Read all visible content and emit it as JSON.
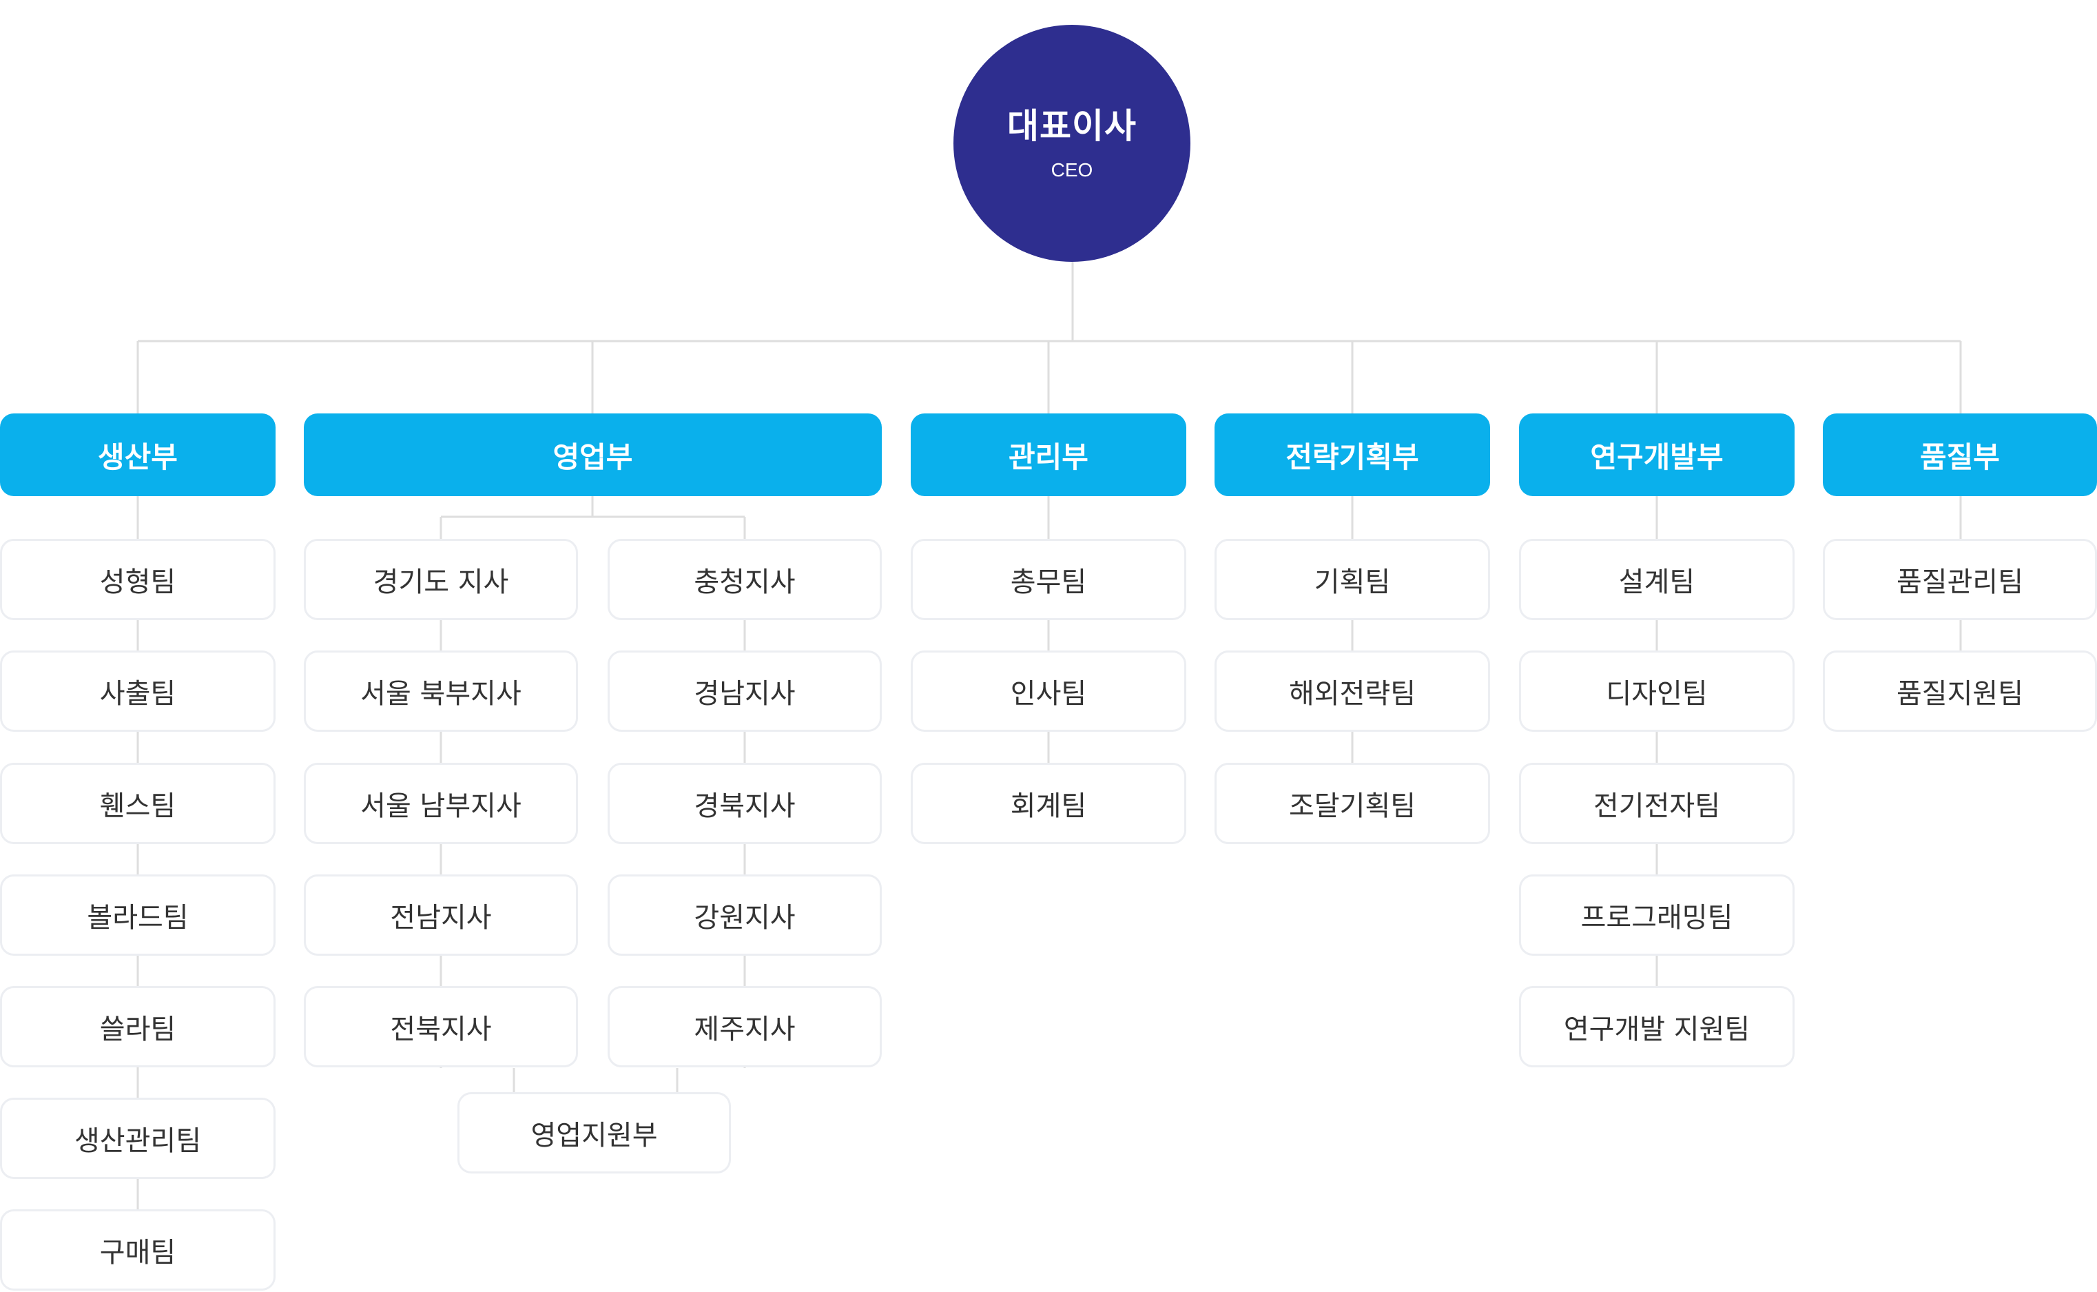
{
  "ceo": {
    "title": "대표이사",
    "subtitle": "CEO"
  },
  "departments": [
    {
      "name": "생산부",
      "teams": [
        "성형팀",
        "사출팀",
        "휀스팀",
        "볼라드팀",
        "쓸라팀",
        "생산관리팀",
        "구매팀"
      ]
    },
    {
      "name": "영업부",
      "left_branches": [
        "경기도 지사",
        "서울 북부지사",
        "서울 남부지사",
        "전남지사",
        "전북지사"
      ],
      "right_branches": [
        "충청지사",
        "경남지사",
        "경북지사",
        "강원지사",
        "제주지사"
      ],
      "support": "영업지원부"
    },
    {
      "name": "관리부",
      "teams": [
        "총무팀",
        "인사팀",
        "회계팀"
      ]
    },
    {
      "name": "전략기획부",
      "teams": [
        "기획팀",
        "해외전략팀",
        "조달기획팀"
      ]
    },
    {
      "name": "연구개발부",
      "teams": [
        "설계팀",
        "디자인팀",
        "전기전자팀",
        "프로그래밍팀",
        "연구개발 지원팀"
      ]
    },
    {
      "name": "품질부",
      "teams": [
        "품질관리팀",
        "품질지원팀"
      ]
    }
  ],
  "colors": {
    "ceo": "#2e2e8f",
    "department": "#0ab0ec",
    "team_border": "#eceef2",
    "connector": "#dedede"
  }
}
